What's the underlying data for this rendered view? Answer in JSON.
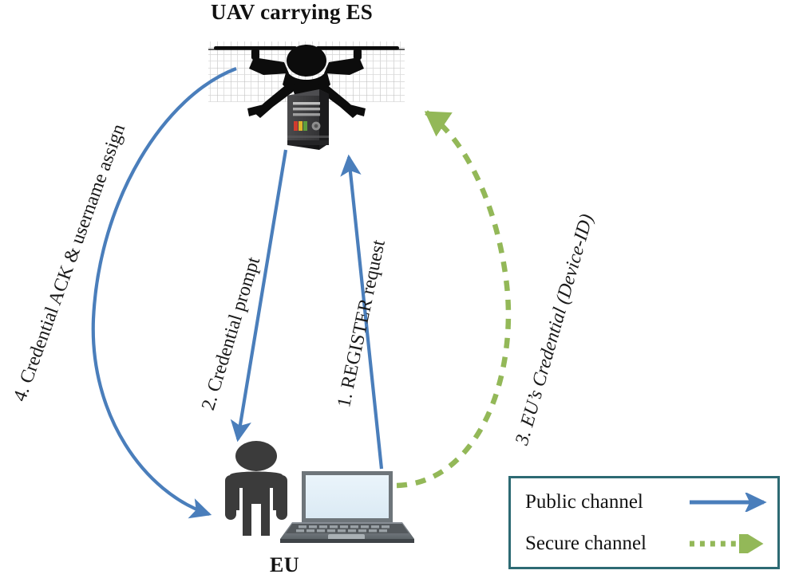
{
  "diagram": {
    "nodes": [
      {
        "id": "uav",
        "label": "UAV carrying ES",
        "icon": "drone-with-server-icon"
      },
      {
        "id": "eu",
        "label": "EU",
        "icon": "person-with-laptop-icon"
      }
    ],
    "flows": [
      {
        "id": "flow1",
        "label": "1. REGISTER request",
        "channel": "public",
        "from": "eu",
        "to": "uav"
      },
      {
        "id": "flow2",
        "label": "2. Credential prompt",
        "channel": "public",
        "from": "uav",
        "to": "eu"
      },
      {
        "id": "flow3",
        "label": "3. EU’s Credential (Device-ID)",
        "channel": "secure",
        "from": "eu",
        "to": "uav"
      },
      {
        "id": "flow4",
        "label": "4. Credential ACK & username assign",
        "channel": "public",
        "from": "uav",
        "to": "eu"
      }
    ],
    "legend": {
      "items": [
        {
          "label": "Public channel",
          "style": "solid-arrow",
          "color": "#4a7ebb"
        },
        {
          "label": "Secure channel",
          "style": "dotted-arrow",
          "color": "#93b858"
        }
      ],
      "border_color": "#2d6a73"
    },
    "colors": {
      "public_channel": "#4a7ebb",
      "secure_channel": "#93b858",
      "legend_border": "#2d6a73",
      "text": "#111111",
      "device_dark": "#3a3a3a",
      "background": "#ffffff"
    }
  }
}
